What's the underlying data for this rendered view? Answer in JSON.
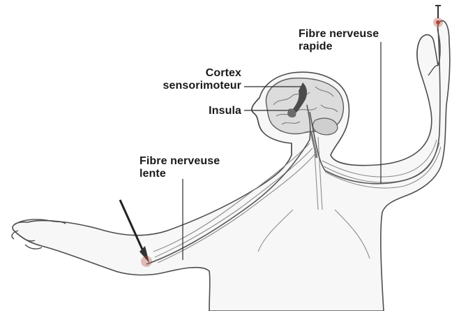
{
  "labels": {
    "fast_fiber": {
      "line1": "Fibre nerveuse",
      "line2": "rapide"
    },
    "cortex": {
      "line1": "Cortex",
      "line2": "sensorimoteur"
    },
    "insula": {
      "line1": "Insula"
    },
    "slow_fiber": {
      "line1": "Fibre nerveuse",
      "line2": "lente"
    }
  },
  "colors": {
    "outline": "#4d4d4d",
    "skin": "#f7f7f7",
    "nerve": "#8c8c8c",
    "nerve_highlight": "#555555",
    "brain_fill": "#dcdcdc",
    "brain_dark": "#5a5a5a",
    "leader_line": "#2b2b2b",
    "pain_spot": "#b04a3a"
  }
}
